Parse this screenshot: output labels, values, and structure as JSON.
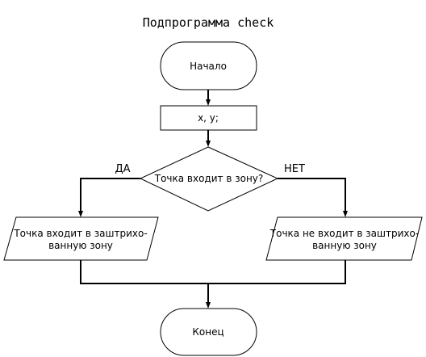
{
  "diagram": {
    "title": "Подпрограмма check",
    "nodes": {
      "start": {
        "label": "Начало",
        "shape": "terminator"
      },
      "input": {
        "label": "x, y;",
        "shape": "process"
      },
      "decision": {
        "label": "Точка входит в зону?",
        "shape": "decision"
      },
      "output_yes": {
        "line1": "Точка входит в заштрихо-",
        "line2": "ванную зону",
        "shape": "data"
      },
      "output_no": {
        "line1": "Точка не входит в заштрихо-",
        "line2": "ванную зону",
        "shape": "data"
      },
      "end": {
        "label": "Конец",
        "shape": "terminator"
      }
    },
    "branches": {
      "yes": "ДА",
      "no": "НЕТ"
    },
    "colors": {
      "stroke": "#000000",
      "fill": "#ffffff"
    }
  }
}
